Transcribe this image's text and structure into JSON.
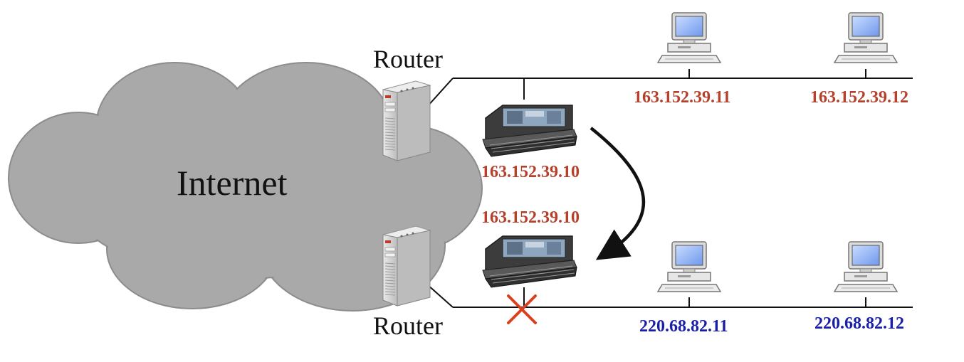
{
  "labels": {
    "internet": "Internet",
    "router_top": "Router",
    "router_bottom": "Router"
  },
  "ips": {
    "mobile_before": "163.152.39.10",
    "mobile_after": "163.152.39.10",
    "host_top_1": "163.152.39.11",
    "host_top_2": "163.152.39.12",
    "host_bottom_1": "220.68.82.11",
    "host_bottom_2": "220.68.82.12"
  },
  "colors": {
    "home_network_ip": "#b5402b",
    "foreign_network_ip": "#1a1fa8",
    "cloud": "#a9a9a9",
    "broken_link_mark": "#d9401f"
  },
  "icons": [
    "cloud-icon",
    "router-icon",
    "handheld-device-icon",
    "desktop-computer-icon",
    "move-arrow-icon",
    "broken-link-x-icon"
  ]
}
